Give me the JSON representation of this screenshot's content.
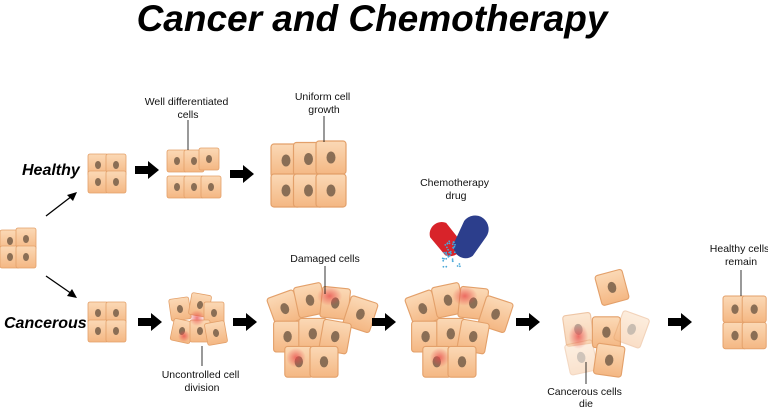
{
  "title": "Cancer and Chemotherapy",
  "rows": {
    "healthy": "Healthy",
    "cancerous": "Cancerous"
  },
  "labels": {
    "well_differentiated": [
      "Well differentiated",
      "cells"
    ],
    "uniform_growth": [
      "Uniform cell",
      "growth"
    ],
    "chemo_drug": [
      "Chemotherapy",
      "drug"
    ],
    "damaged_cells": [
      "Damaged cells"
    ],
    "uncontrolled_division": [
      "Uncontrolled cell",
      "division"
    ],
    "cancerous_die": [
      "Cancerous cells",
      "die"
    ],
    "healthy_remain": [
      "Healthy cells",
      "remain"
    ]
  },
  "colors": {
    "cell_fill": "#f8c79a",
    "cell_stroke": "#e3a06a",
    "nucleus": "#8a6e55",
    "damage": "#e85050",
    "pill_red": "#d8232a",
    "pill_blue": "#2c3e8c",
    "powder": "#4aa8d8",
    "arrow": "#000000"
  },
  "icons": {
    "arrow": "block-arrow-right-icon",
    "pill": "capsule-icon"
  }
}
